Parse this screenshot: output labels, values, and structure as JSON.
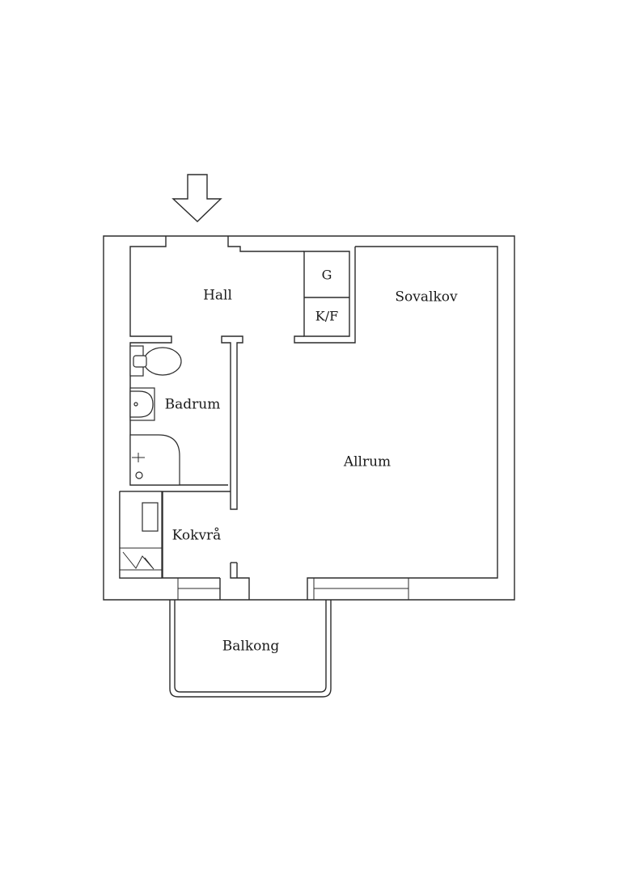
{
  "rooms": {
    "hall": "Hall",
    "gardrob": "G",
    "kyl_frys": "K/F",
    "sovalkov": "Sovalkov",
    "badrum": "Badrum",
    "allrum": "Allrum",
    "kokvra": "Kokvrå",
    "balkong": "Balkong"
  },
  "icons": {
    "entrance": "entrance-arrow-icon"
  },
  "colors": {
    "line": "#2b2b2b",
    "background": "#ffffff"
  }
}
